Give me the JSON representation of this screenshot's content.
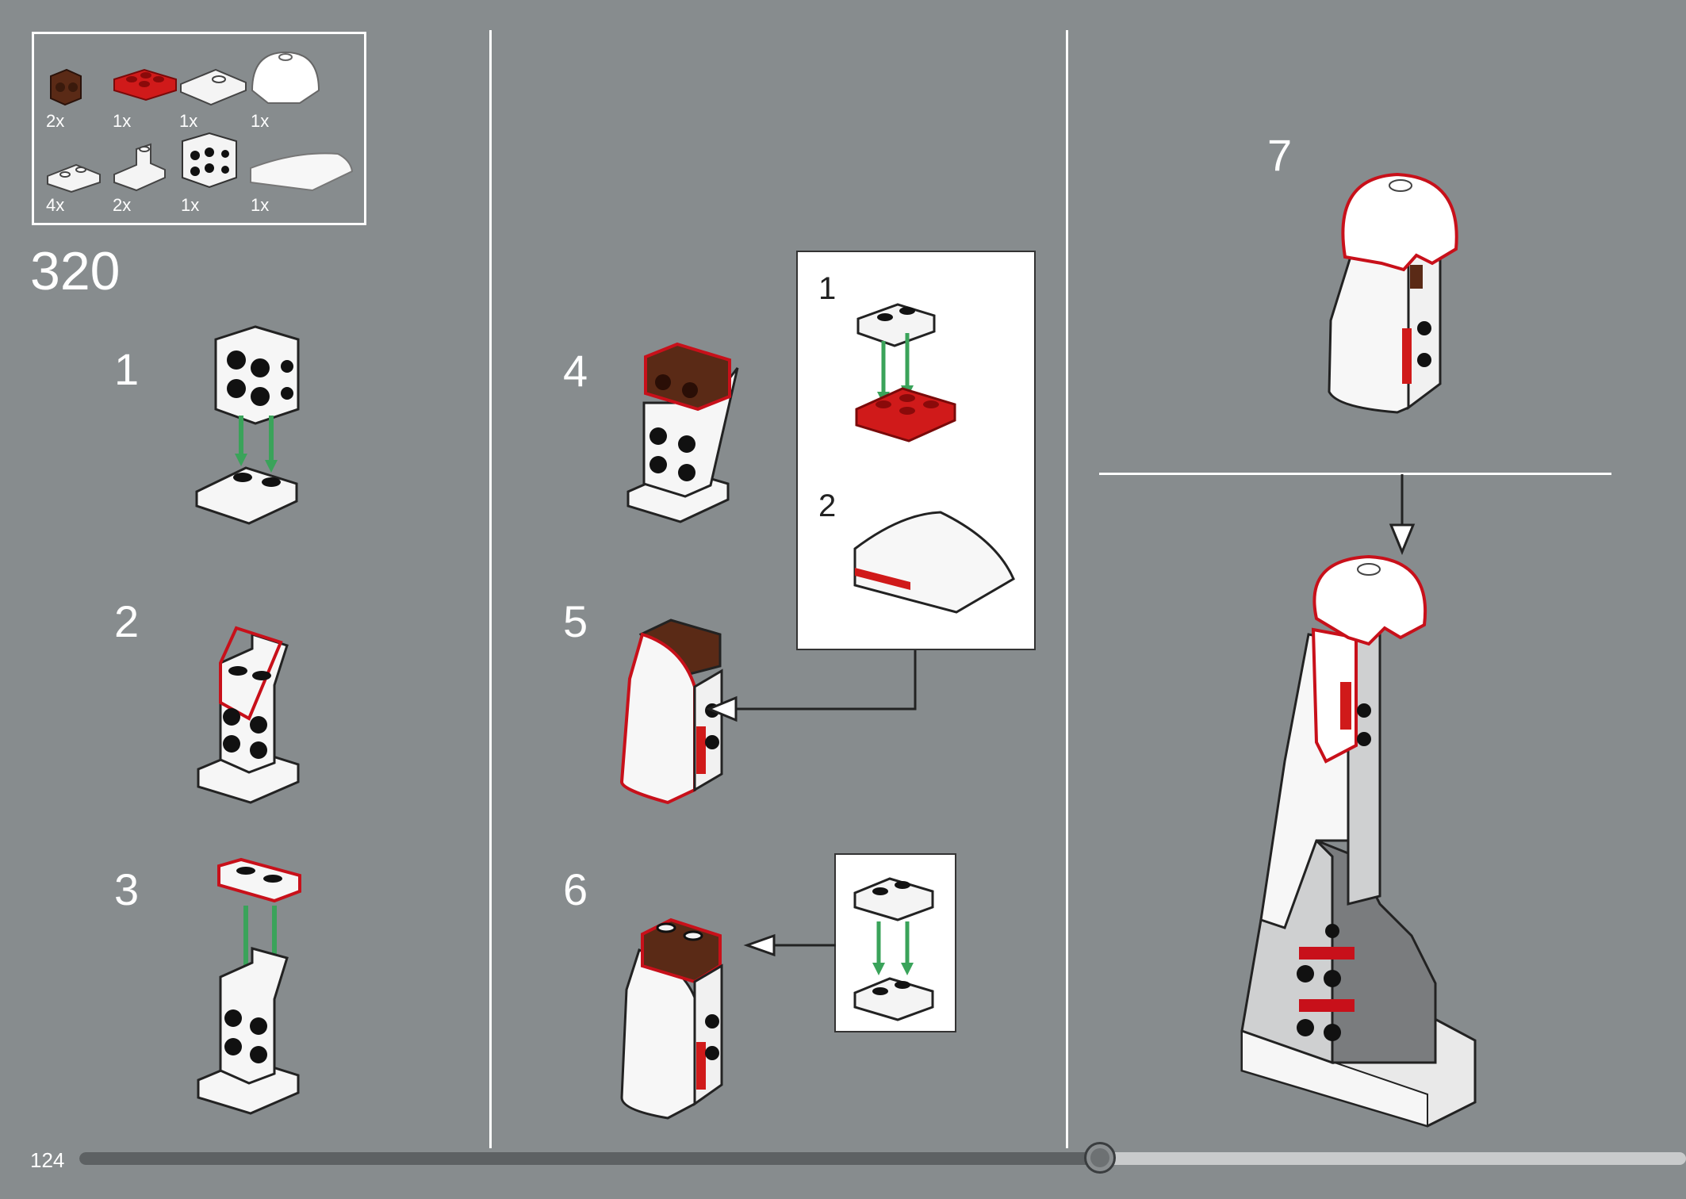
{
  "page": {
    "number": "124",
    "build_step": "320"
  },
  "progress": {
    "fraction": 0.635
  },
  "parts": [
    {
      "qty": "2x",
      "part": "brown-1x1-brick-side-studs"
    },
    {
      "qty": "1x",
      "part": "red-2x2-plate"
    },
    {
      "qty": "1x",
      "part": "white-2x2-tile-1-stud"
    },
    {
      "qty": "1x",
      "part": "white-dome"
    },
    {
      "qty": "4x",
      "part": "white-1x2-plate"
    },
    {
      "qty": "2x",
      "part": "white-bracket"
    },
    {
      "qty": "1x",
      "part": "white-brick-side-studs"
    },
    {
      "qty": "1x",
      "part": "white-curved-slope"
    }
  ],
  "steps": [
    {
      "label": "1"
    },
    {
      "label": "2"
    },
    {
      "label": "3"
    },
    {
      "label": "4"
    },
    {
      "label": "5"
    },
    {
      "label": "6"
    },
    {
      "label": "7"
    }
  ],
  "subassembly": {
    "step1": "1",
    "step2": "2"
  },
  "colors": {
    "background": "#878c8e",
    "highlight": "#c8101a",
    "arrow": "#3aa35a",
    "brown": "#5a2a16",
    "red": "#d01a1a"
  }
}
